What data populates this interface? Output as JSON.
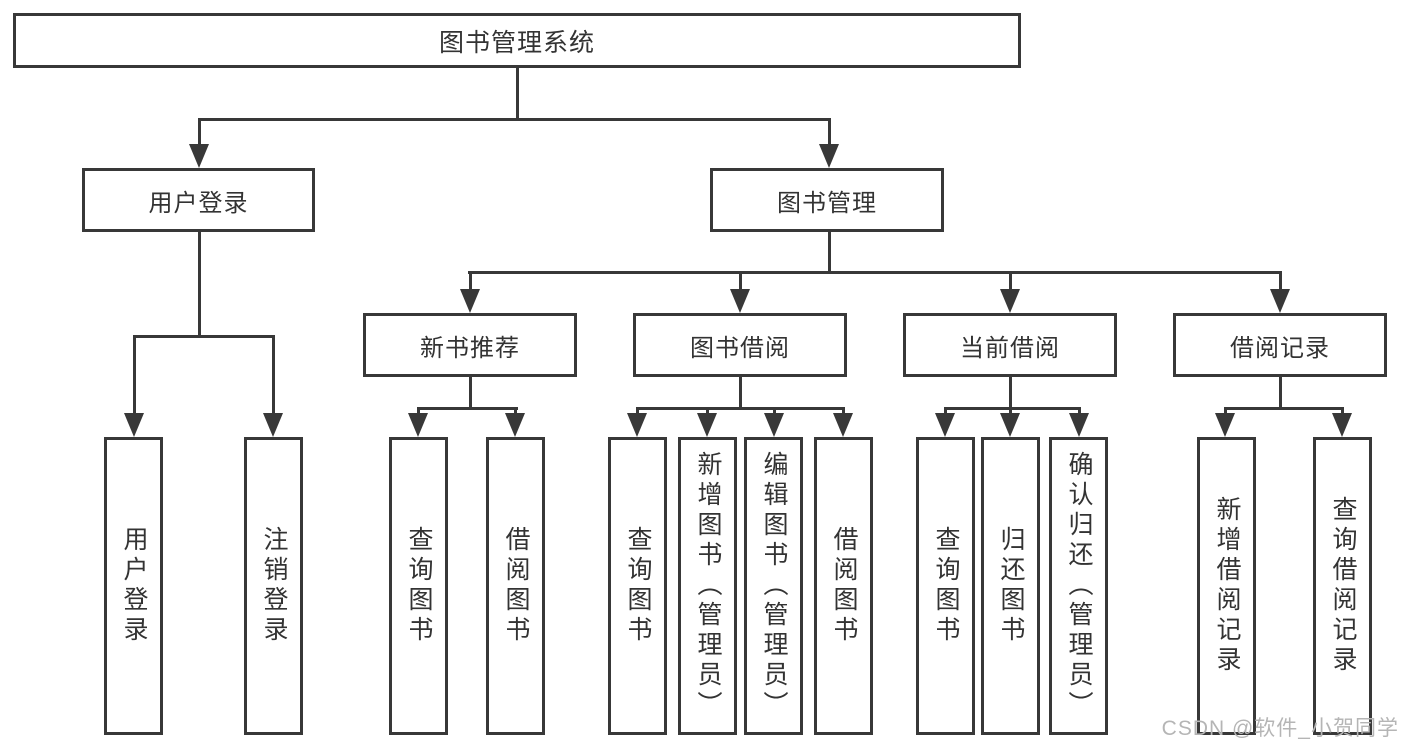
{
  "colors": {
    "line": "#383838",
    "text": "#333333",
    "watermark": "#b5b5b5",
    "background": "#ffffff"
  },
  "watermark": "CSDN @软件_小贺同学",
  "tree": {
    "root": {
      "label": "图书管理系统"
    },
    "branches": [
      {
        "label": "用户登录",
        "children": [
          {
            "label": "用户登录"
          },
          {
            "label": "注销登录"
          }
        ]
      },
      {
        "label": "图书管理",
        "children": [
          {
            "label": "新书推荐",
            "children": [
              {
                "label": "查询图书"
              },
              {
                "label": "借阅图书"
              }
            ]
          },
          {
            "label": "图书借阅",
            "children": [
              {
                "label": "查询图书"
              },
              {
                "label": "新增图书（管理员）"
              },
              {
                "label": "编辑图书（管理员）"
              },
              {
                "label": "借阅图书"
              }
            ]
          },
          {
            "label": "当前借阅",
            "children": [
              {
                "label": "查询图书"
              },
              {
                "label": "归还图书"
              },
              {
                "label": "确认归还（管理员）"
              }
            ]
          },
          {
            "label": "借阅记录",
            "children": [
              {
                "label": "新增借阅记录"
              },
              {
                "label": "查询借阅记录"
              }
            ]
          }
        ]
      }
    ]
  }
}
